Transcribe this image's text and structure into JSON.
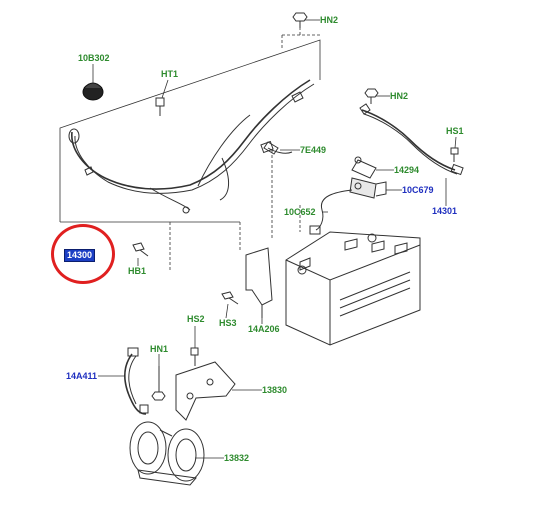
{
  "colors": {
    "part_label_green": "#2e8b2e",
    "part_label_blue": "#1f2fbf",
    "highlight_ring": "#e02020",
    "highlight_box": "#1c3fc4",
    "line_art": "#333333"
  },
  "highlighted_part": "14300",
  "labels": {
    "hn2_top": "HN2",
    "b10b302": "10B302",
    "ht1": "HT1",
    "hn2_right": "HN2",
    "hs1": "HS1",
    "e7e449": "7E449",
    "p14294": "14294",
    "c10c679": "10C679",
    "c10c652": "10C652",
    "p14301": "14301",
    "p14300": "14300",
    "hb1": "HB1",
    "hs3": "HS3",
    "p14a206": "14A206",
    "hs2": "HS2",
    "hn1": "HN1",
    "p14a411": "14A411",
    "p13830": "13830",
    "p13832": "13832"
  }
}
